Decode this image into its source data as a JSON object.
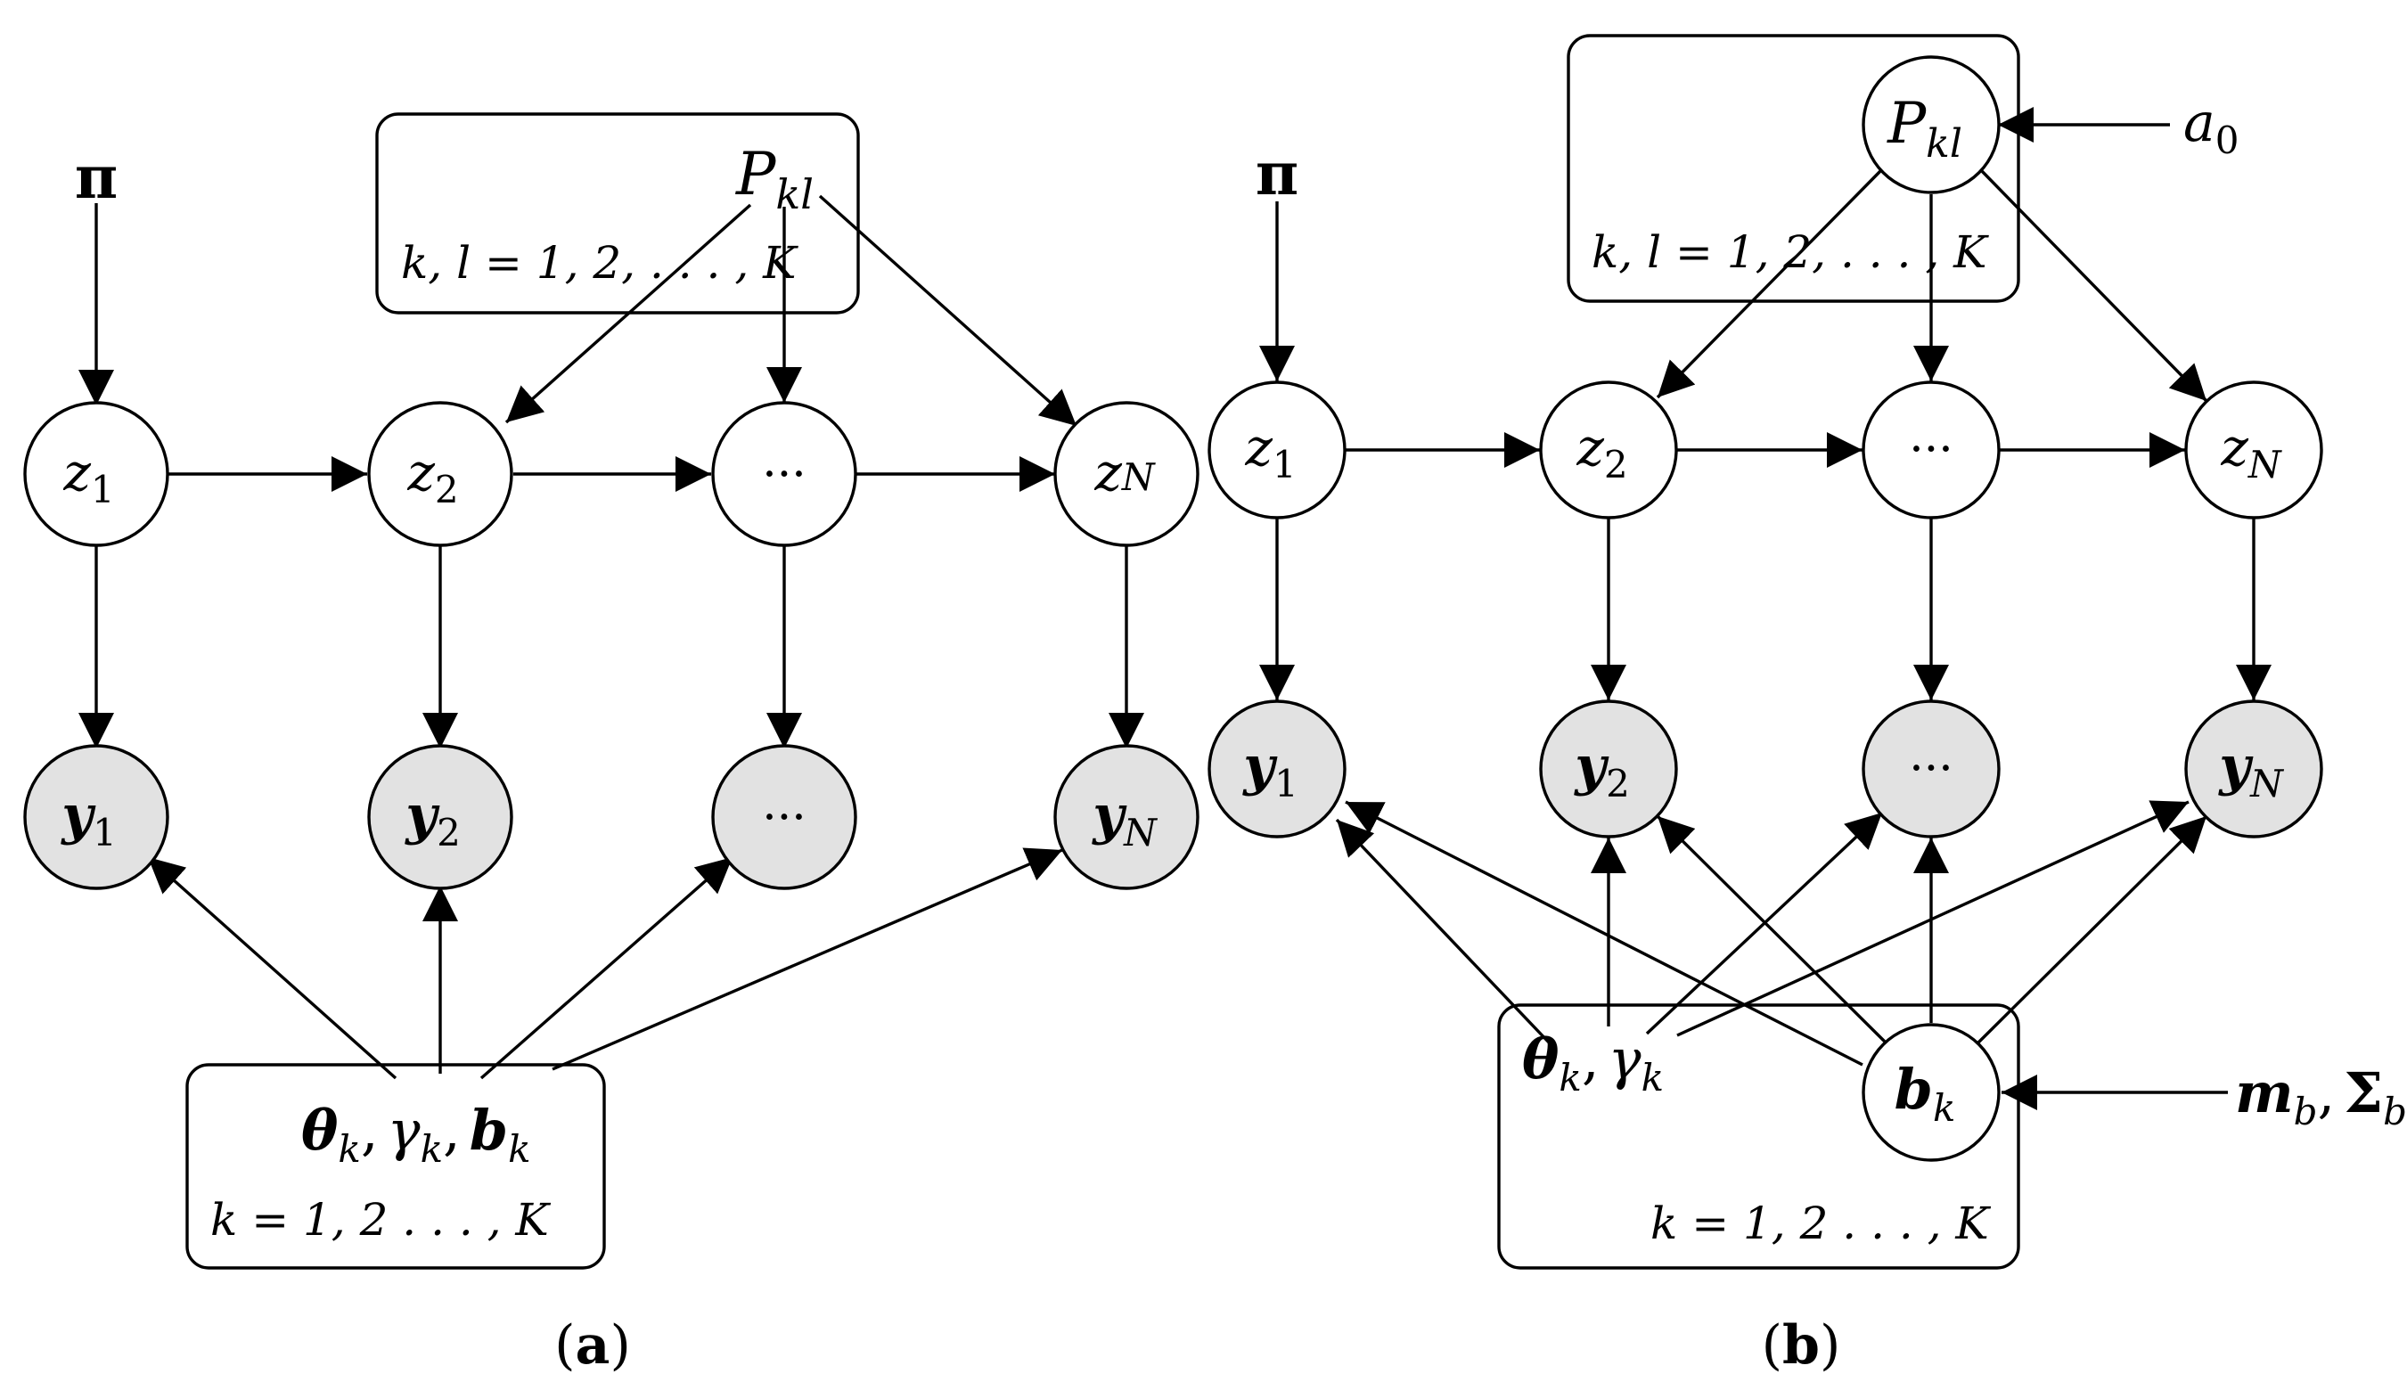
{
  "panels": [
    {
      "id": "a",
      "caption": {
        "open": "(",
        "letter": "a",
        "close": ")"
      },
      "nodes": [
        {
          "id": "z1",
          "type": "latent",
          "base": "z",
          "sub": "1",
          "bold": false
        },
        {
          "id": "z2",
          "type": "latent",
          "base": "z",
          "sub": "2",
          "bold": false
        },
        {
          "id": "zdots",
          "type": "latent",
          "base": "···",
          "sub": "",
          "bold": false
        },
        {
          "id": "zN",
          "type": "latent",
          "base": "z",
          "sub": "N",
          "bold": false
        },
        {
          "id": "y1",
          "type": "observed",
          "base": "y",
          "sub": "1",
          "bold": true
        },
        {
          "id": "y2",
          "type": "observed",
          "base": "y",
          "sub": "2",
          "bold": true
        },
        {
          "id": "ydots",
          "type": "observed",
          "base": "···",
          "sub": "",
          "bold": false
        },
        {
          "id": "yN",
          "type": "observed",
          "base": "y",
          "sub": "N",
          "bold": true
        }
      ],
      "plates": [
        {
          "id": "transition-plate",
          "param_label": "P_{kl}",
          "index_label": "k, l = 1, 2, . . . , K"
        },
        {
          "id": "emission-plate",
          "param_label": "θ_k, γ_k, b_k",
          "index_label": "k = 1, 2 . . . , K"
        }
      ],
      "edges": [
        [
          "pi",
          "z1"
        ],
        [
          "z1",
          "z2"
        ],
        [
          "z2",
          "zdots"
        ],
        [
          "zdots",
          "zN"
        ],
        [
          "Pkl",
          "z2"
        ],
        [
          "Pkl",
          "zdots"
        ],
        [
          "Pkl",
          "zN"
        ],
        [
          "z1",
          "y1"
        ],
        [
          "z2",
          "y2"
        ],
        [
          "zdots",
          "ydots"
        ],
        [
          "zN",
          "yN"
        ],
        [
          "params",
          "y1"
        ],
        [
          "params",
          "y2"
        ],
        [
          "params",
          "ydots"
        ],
        [
          "params",
          "yN"
        ]
      ]
    },
    {
      "id": "b",
      "caption": {
        "open": "(",
        "letter": "b",
        "close": ")"
      },
      "nodes": [
        {
          "id": "Pkl",
          "type": "latent",
          "base": "P",
          "sub": "kl",
          "bold": false
        },
        {
          "id": "z1",
          "type": "latent",
          "base": "z",
          "sub": "1",
          "bold": false
        },
        {
          "id": "z2",
          "type": "latent",
          "base": "z",
          "sub": "2",
          "bold": false
        },
        {
          "id": "zdots",
          "type": "latent",
          "base": "···",
          "sub": "",
          "bold": false
        },
        {
          "id": "zN",
          "type": "latent",
          "base": "z",
          "sub": "N",
          "bold": false
        },
        {
          "id": "y1",
          "type": "observed",
          "base": "y",
          "sub": "1",
          "bold": true
        },
        {
          "id": "y2",
          "type": "observed",
          "base": "y",
          "sub": "2",
          "bold": true
        },
        {
          "id": "ydots",
          "type": "observed",
          "base": "···",
          "sub": "",
          "bold": false
        },
        {
          "id": "yN",
          "type": "observed",
          "base": "y",
          "sub": "N",
          "bold": true
        },
        {
          "id": "bk",
          "type": "latent",
          "base": "b",
          "sub": "k",
          "bold": true
        }
      ],
      "plates": [
        {
          "id": "transition-plate",
          "index_label": "k, l = 1, 2, . . . , K"
        },
        {
          "id": "emission-plate",
          "param_label": "θ_k, γ_k",
          "index_label": "k = 1, 2 . . . , K"
        }
      ],
      "hyperparameters": [
        "π",
        "a_0",
        "m_b, Σ_b"
      ],
      "edges": [
        [
          "a0",
          "Pkl"
        ],
        [
          "pi",
          "z1"
        ],
        [
          "z1",
          "z2"
        ],
        [
          "z2",
          "zdots"
        ],
        [
          "zdots",
          "zN"
        ],
        [
          "Pkl",
          "z2"
        ],
        [
          "Pkl",
          "zdots"
        ],
        [
          "Pkl",
          "zN"
        ],
        [
          "z1",
          "y1"
        ],
        [
          "z2",
          "y2"
        ],
        [
          "zdots",
          "ydots"
        ],
        [
          "zN",
          "yN"
        ],
        [
          "theta",
          "y1"
        ],
        [
          "theta",
          "y2"
        ],
        [
          "theta",
          "ydots"
        ],
        [
          "theta",
          "yN"
        ],
        [
          "bk",
          "y1"
        ],
        [
          "bk",
          "y2"
        ],
        [
          "bk",
          "ydots"
        ],
        [
          "bk",
          "yN"
        ],
        [
          "mb",
          "bk"
        ]
      ]
    }
  ],
  "labels": {
    "pi": "π",
    "dots": "···",
    "a0_base": "a",
    "a0_sub": "0",
    "P_base": "P",
    "P_sub": "kl",
    "k": "k",
    "l": "l",
    "K": "K",
    "k_sub": "k",
    "theta": "θ",
    "gamma": "γ",
    "b": "b",
    "m": "m",
    "Sigma": "Σ",
    "b_sub": "b",
    "comma": ",",
    "one": "1",
    "two": "2",
    "eq": "=",
    "ellipsis": ". . .",
    "plate_index_kl": "k, l = 1, 2, . . . , K",
    "plate_index_k": "k = 1, 2 . . . , K"
  }
}
